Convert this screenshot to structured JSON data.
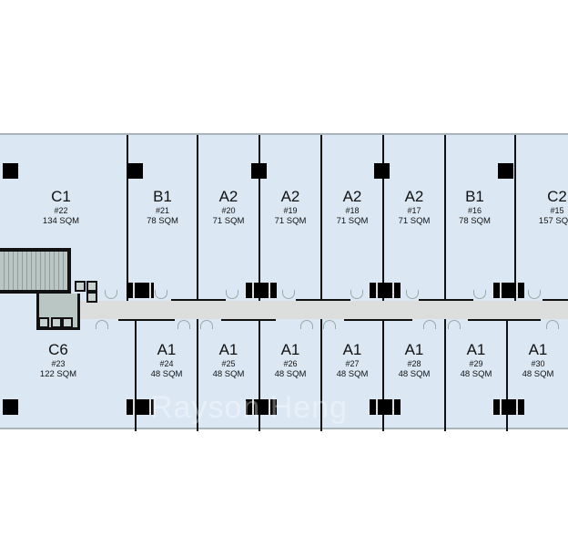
{
  "floor_plan": {
    "top_units": [
      {
        "type": "C1",
        "number": "#22",
        "area": "134 SQM"
      },
      {
        "type": "B1",
        "number": "#21",
        "area": "78 SQM"
      },
      {
        "type": "A2",
        "number": "#20",
        "area": "71 SQM"
      },
      {
        "type": "A2",
        "number": "#19",
        "area": "71 SQM"
      },
      {
        "type": "A2",
        "number": "#18",
        "area": "71 SQM"
      },
      {
        "type": "A2",
        "number": "#17",
        "area": "71 SQM"
      },
      {
        "type": "B1",
        "number": "#16",
        "area": "78 SQM"
      },
      {
        "type": "C2",
        "number": "#15",
        "area": "157 SQM"
      }
    ],
    "bottom_units": [
      {
        "type": "C6",
        "number": "#23",
        "area": "122 SQM"
      },
      {
        "type": "A1",
        "number": "#24",
        "area": "48 SQM"
      },
      {
        "type": "A1",
        "number": "#25",
        "area": "48 SQM"
      },
      {
        "type": "A1",
        "number": "#26",
        "area": "48 SQM"
      },
      {
        "type": "A1",
        "number": "#27",
        "area": "48 SQM"
      },
      {
        "type": "A1",
        "number": "#28",
        "area": "48 SQM"
      },
      {
        "type": "A1",
        "number": "#29",
        "area": "48 SQM"
      },
      {
        "type": "A1",
        "number": "#30",
        "area": "48 SQM"
      }
    ],
    "watermark": "Rayson Heng",
    "colors": {
      "unit_fill": "#dbe8f4",
      "corridor": "#dcdedd",
      "walls": "#111111"
    }
  }
}
